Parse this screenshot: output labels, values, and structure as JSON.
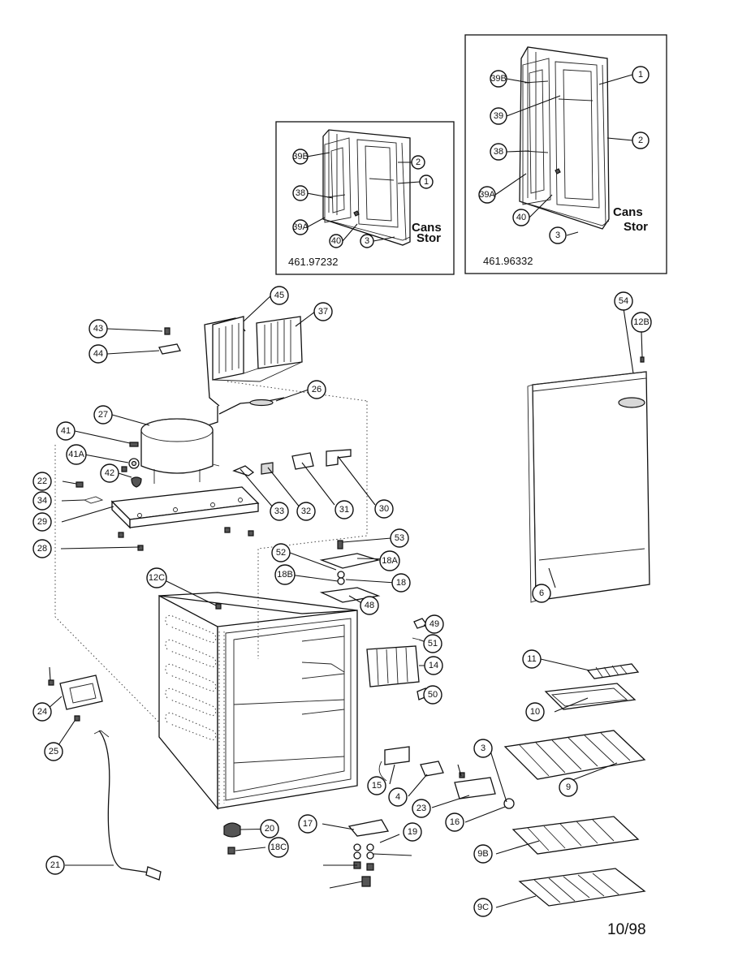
{
  "insets": [
    {
      "model": "461.97232",
      "brand_line1": "Cans",
      "brand_line2": "Stor",
      "callouts": [
        "39B",
        "2",
        "1",
        "38",
        "39A",
        "40",
        "3"
      ]
    },
    {
      "model": "461.96332",
      "brand_line1": "Cans",
      "brand_line2": "Stor",
      "callouts": [
        "39B",
        "1",
        "39",
        "2",
        "38",
        "39A",
        "40",
        "3"
      ]
    }
  ],
  "callouts": [
    "45",
    "37",
    "43",
    "44",
    "26",
    "27",
    "41",
    "41A",
    "22",
    "42",
    "34",
    "29",
    "28",
    "33",
    "32",
    "31",
    "30",
    "53",
    "52",
    "18A",
    "18",
    "18B",
    "48",
    "12C",
    "54",
    "12B",
    "6",
    "49",
    "51",
    "14",
    "50",
    "11",
    "10",
    "3",
    "24",
    "25",
    "9",
    "15",
    "4",
    "23",
    "16",
    "20",
    "17",
    "18C",
    "21",
    "9B",
    "9C",
    "19"
  ],
  "date_code": "10/98"
}
